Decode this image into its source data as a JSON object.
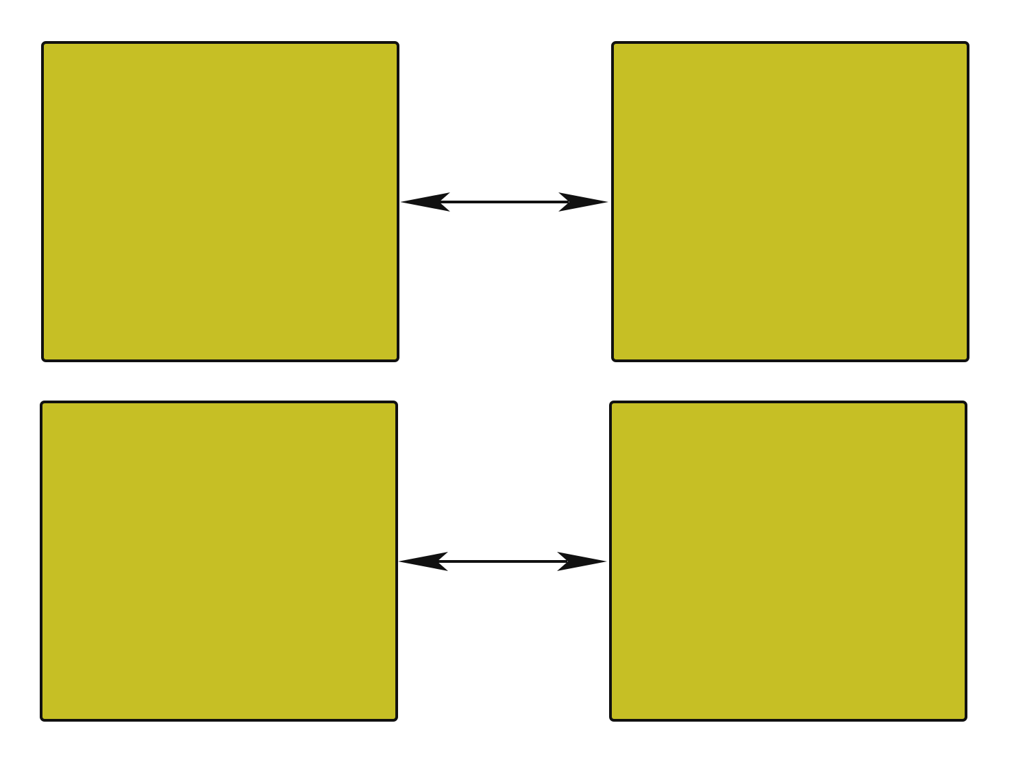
{
  "diagram": {
    "node_color": "#c6bf25",
    "stroke_color": "#111111",
    "background": "#ffffff",
    "nodes": [
      {
        "id": "top-left",
        "label": ""
      },
      {
        "id": "top-right",
        "label": ""
      },
      {
        "id": "bottom-left",
        "label": ""
      },
      {
        "id": "bottom-right",
        "label": ""
      }
    ],
    "edges": [
      {
        "from": "top-left",
        "to": "top-right",
        "direction": "bidirectional"
      },
      {
        "from": "bottom-left",
        "to": "bottom-right",
        "direction": "bidirectional"
      }
    ]
  }
}
